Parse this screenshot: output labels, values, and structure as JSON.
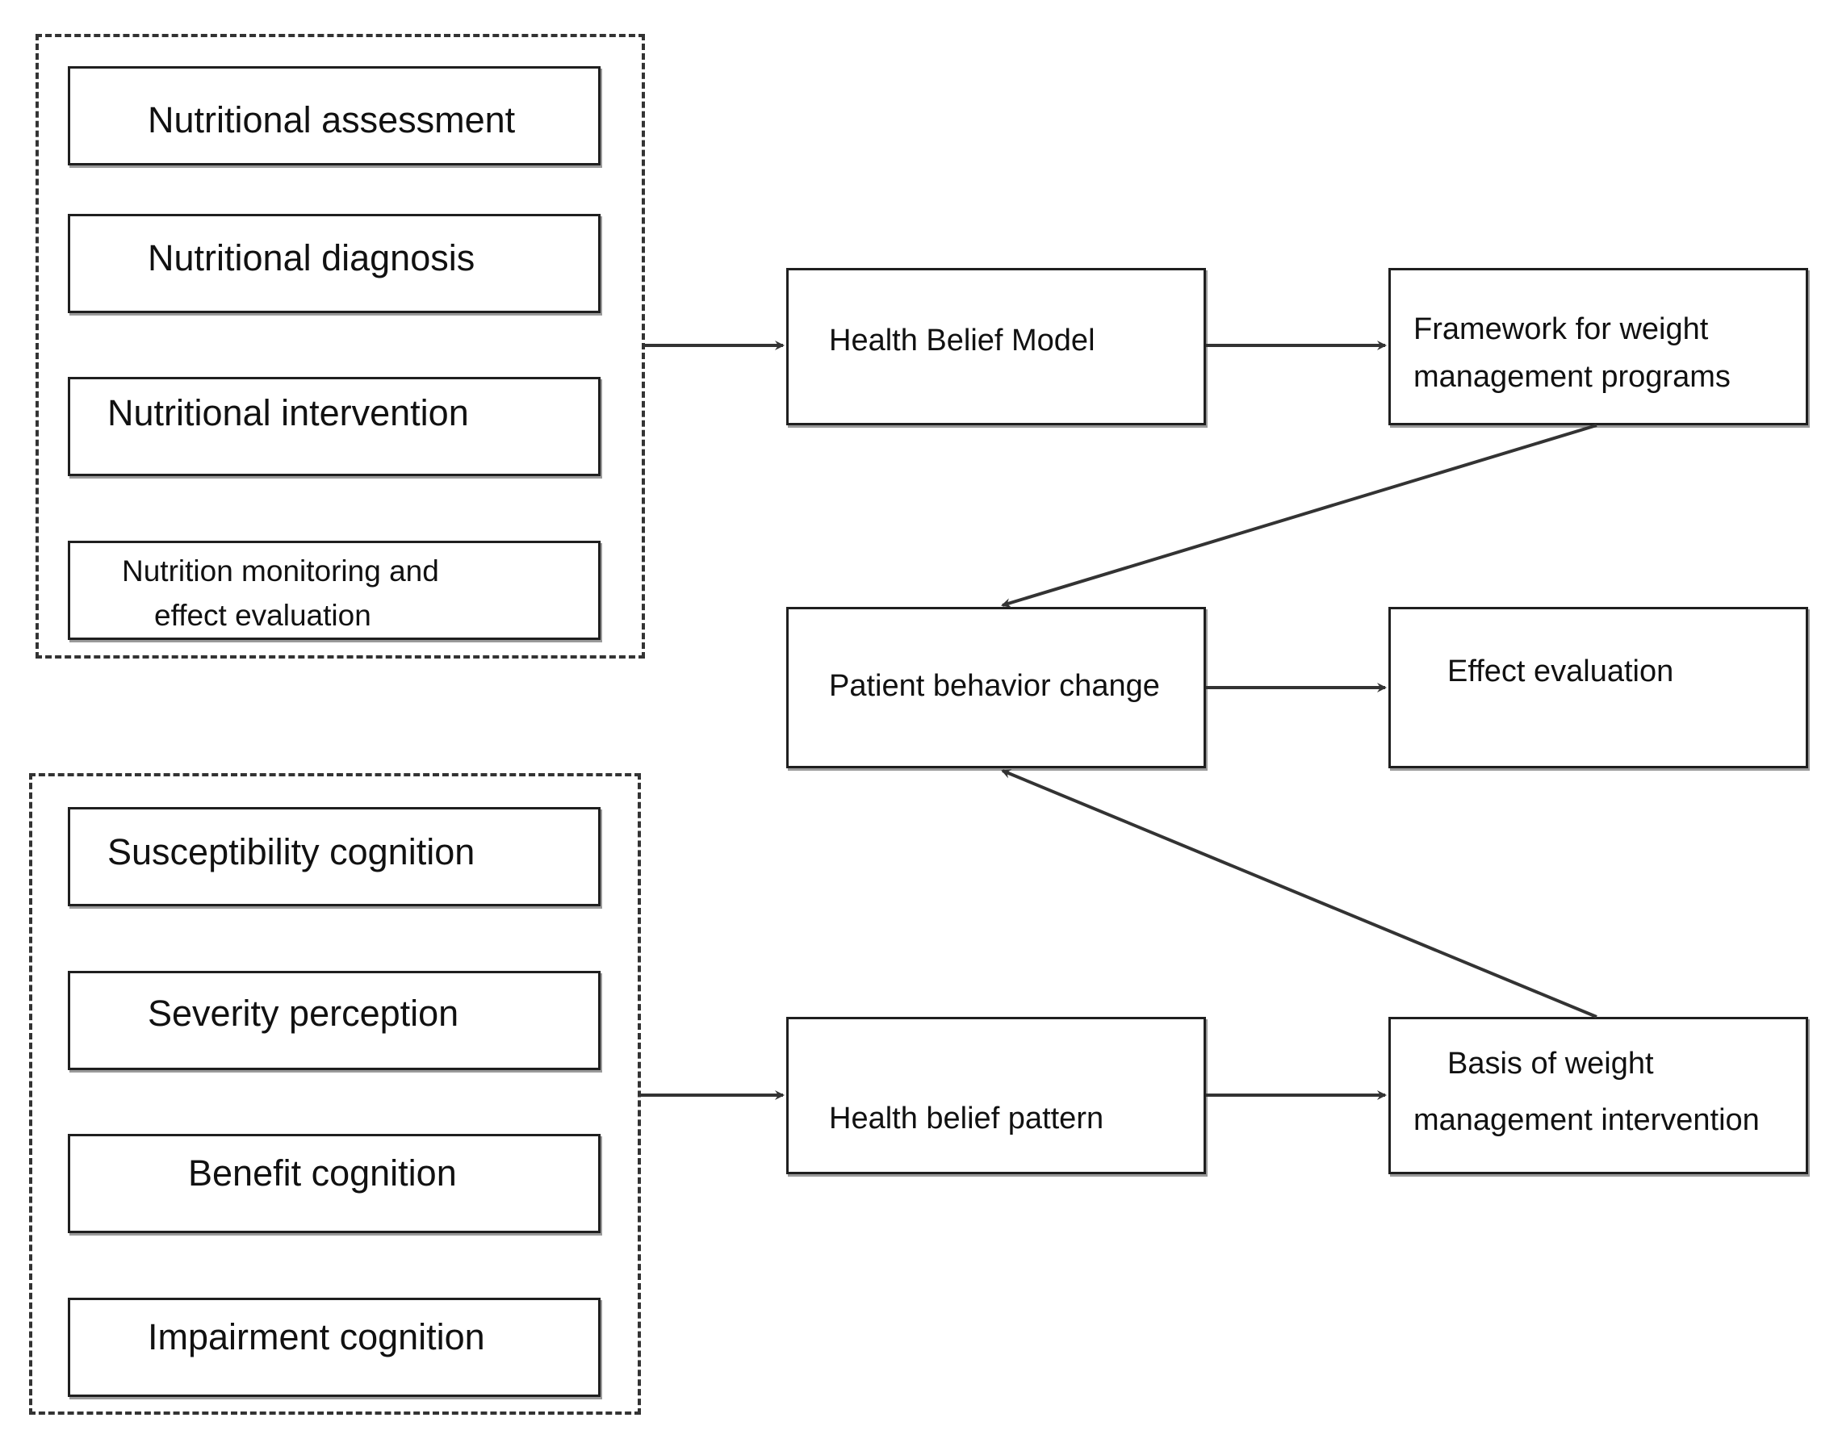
{
  "diagram": {
    "group_top": {
      "items": [
        "Nutritional assessment",
        "Nutritional diagnosis",
        "Nutritional intervention",
        "Nutrition monitoring and",
        "effect evaluation"
      ]
    },
    "group_bottom": {
      "items": [
        "Susceptibility cognition",
        "Severity perception",
        "Benefit cognition",
        "Impairment cognition"
      ]
    },
    "nodes": {
      "health_belief_model": "Health Belief Model",
      "framework_line1": "Framework for weight",
      "framework_line2": "management programs",
      "patient_behavior_change": "Patient behavior change",
      "effect_evaluation": "Effect evaluation",
      "health_belief_pattern": "Health belief pattern",
      "basis_line1": "Basis of weight",
      "basis_line2": "management intervention"
    },
    "line_color": "#333333"
  }
}
